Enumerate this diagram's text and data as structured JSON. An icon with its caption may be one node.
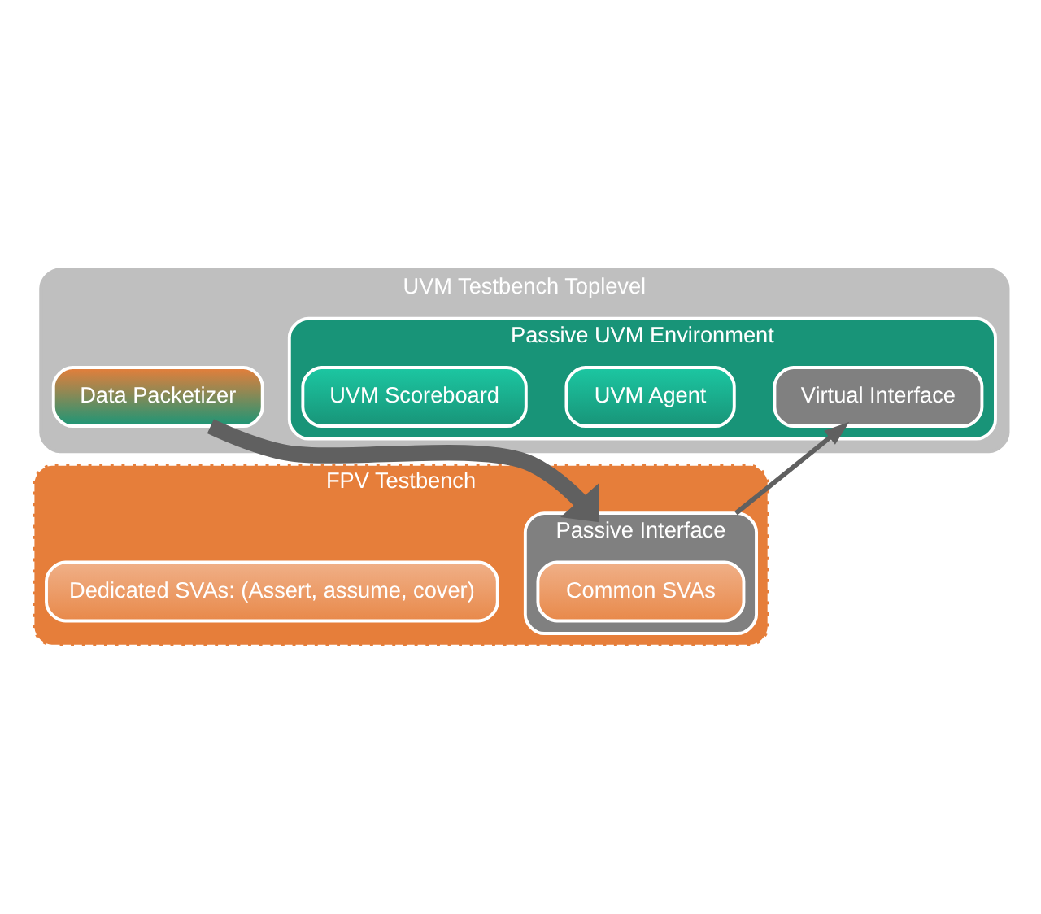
{
  "diagram": {
    "nodes": [
      {
        "text": [
          "UVM Testbench Toplevel"
        ]
      },
      {
        "text": [
          "Data Packetizer"
        ],
        "in": 0
      },
      {
        "text": [
          "FPV Testbench"
        ]
      },
      {
        "text": [
          "Passive Interface"
        ],
        "in": 2
      },
      {
        "text": [
          "Common SVAs"
        ],
        "in": 3
      },
      {
        "text": [
          "Dedicated SVAs: (Assert, assume, cover)"
        ],
        "in": 2
      },
      {
        "text": [
          "Passive UVM Environment"
        ],
        "in": 0
      },
      {
        "text": [
          "Virtual Interface"
        ],
        "in": 6
      },
      {
        "text": [
          "UVM Agent"
        ],
        "in": 6
      },
      {
        "text": [
          "UVM Scoreboard"
        ],
        "in": 6
      }
    ],
    "edges": [
      {
        "from": 1,
        "to": 3,
        "arrow": "to",
        "style": "thick"
      },
      {
        "from": 3,
        "to": 7,
        "arrow": "to"
      }
    ]
  }
}
